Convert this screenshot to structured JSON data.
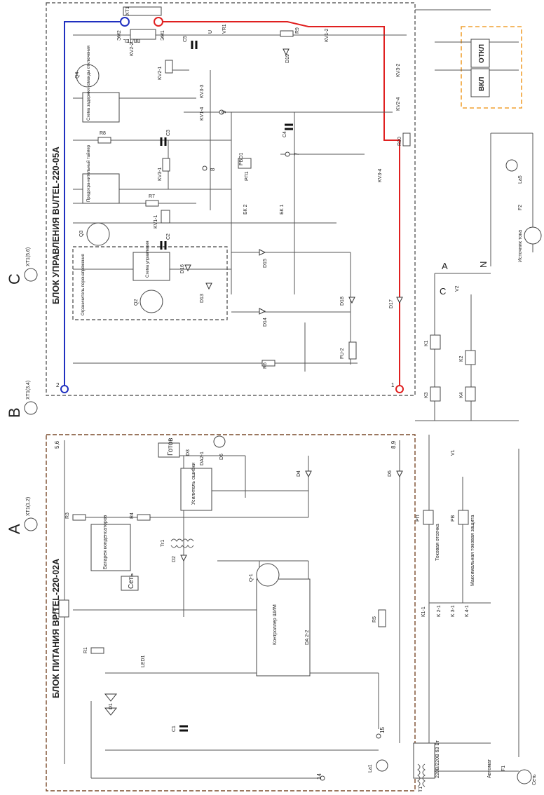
{
  "blocks": {
    "control_title": "БЛОК УПРАВЛЕНИЯ BU/TEL-220-05A",
    "power_title": "БЛОК ПИТАНИЯ BP/TEL-220-02A"
  },
  "phases": {
    "a": "A",
    "b": "B",
    "c": "C",
    "a_small": "A",
    "c_small": "C",
    "n": "N"
  },
  "terminals": {
    "xt1_12": "XT1(1,2)",
    "xt1_34": "XT1(3,4)",
    "xt1_56": "XT1(5,6)",
    "xt1": "XT1",
    "vv_tel": "ВВ/TEL",
    "em2": "ЭМ2",
    "em1": "ЭМ1"
  },
  "nodes": {
    "n1": "1",
    "n2": "2",
    "n56": "5,6",
    "n89": "8,9",
    "n7": "7",
    "n8": "8",
    "n9": "9",
    "n14": "14",
    "n15": "15"
  },
  "control_parts": {
    "q4": "Q4",
    "q3": "Q3",
    "q2": "Q2",
    "c5": "C5",
    "vr1": "VR1",
    "u": "U",
    "r9": "R9",
    "d19": "D19",
    "kv12": "KV1-2",
    "kv22": "KV2-2",
    "kv21": "KV2-1",
    "kv33": "KV3-3",
    "kv14": "KV1-4",
    "kv32": "KV3-2",
    "kv24": "KV2-4",
    "r8": "R8",
    "c3": "C3",
    "c4": "C4",
    "r10": "R10",
    "kv31": "KV3-1",
    "rp1": "РП1",
    "rvo1": "РВО1",
    "kv34": "KV3-4",
    "r7": "R7",
    "kv11": "KV1-1",
    "c2": "C2",
    "bk2": "БК 2",
    "bk1": "БК 1",
    "d15": "D15",
    "d16": "D16",
    "d13": "D13",
    "d14": "D14",
    "d18": "D18",
    "d17": "D17",
    "r6": "R6",
    "fu2": "FU-2",
    "delay_box": "Схема задержки команды отключения",
    "timer_box": "Предохра-нительный таймер",
    "ctrl_box": "Схема управления",
    "limiter": "Ограничитель перенапряжения"
  },
  "power_parts": {
    "gotov": "Готов",
    "set": "Сеть",
    "d3": "D3",
    "d6": "D6",
    "da21": "DA2-1",
    "d4": "D4",
    "d5": "D5",
    "err_amp": "Усилитель ошибки",
    "r3": "R3",
    "r4": "R4",
    "battery": "Батарея конденсаторов",
    "d2": "D2",
    "q1": "Q-1",
    "tr1": "Tr1",
    "r5": "R5",
    "r1": "R1",
    "led1": "LED1",
    "pwm": "Контроллер ШИМ",
    "da22": "DA 2-2",
    "fu1": "FU-1",
    "d1": "D1",
    "c1": "C1"
  },
  "external": {
    "otkl": "ОТКЛ",
    "vkl": "ВКЛ",
    "la5": "La5",
    "f2": "F2",
    "current_source": "Источник тока",
    "v2": "V2",
    "k1": "K1",
    "k2": "K2",
    "k3": "K3",
    "k4": "K4",
    "v1": "V1",
    "rp": "РП",
    "rv": "РВ",
    "tok_otsechka": "Токовая отсечка",
    "max_protection": "Максимальная токовая защита",
    "k11": "K1-1",
    "k21": "K 2-1",
    "k31": "K 3-1",
    "k41": "K 4-1",
    "la1": "La1",
    "t1": "T1",
    "transformer": "220В/220В 63 Вт",
    "avtomat": "Автомат",
    "f1": "F1",
    "set": "Сеть"
  },
  "colors": {
    "phase_red": "#e02020",
    "phase_blue": "#2030c0",
    "phase_yellow": "#f0d020",
    "phase_green": "#2a9a2a",
    "block_green": "#1a8a1a",
    "vkl_red": "#e02020",
    "otkl_black": "#111111",
    "orange_dash": "#f0a030",
    "brown_dash": "#7a4a2a"
  }
}
